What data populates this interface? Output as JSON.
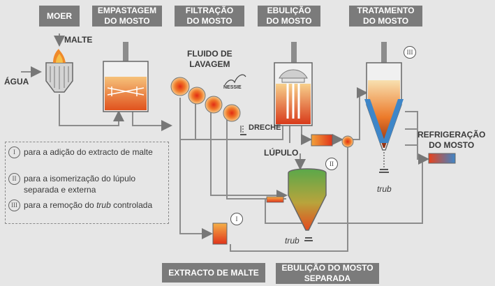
{
  "headers": {
    "moer": "MOER",
    "empastagem": "EMPASTAGEM\nDO MOSTO",
    "filtracao": "FILTRAÇÃO\nDO MOSTO",
    "ebulicao": "EBULIÇÃO\nDO MOSTO",
    "tratamento": "TRATAMENTO\nDO MOSTO",
    "extracto": "EXTRACTO DE MALTE",
    "ebulicao_separada": "EBULIÇÃO DO MOSTO\nSEPARADA"
  },
  "labels": {
    "malte": "MALTE",
    "agua": "ÁGUA",
    "fluido": "FLUIDO DE\nLAVAGEM",
    "nessie": "NESSIE",
    "dreche": "DRECHE",
    "lupulo": "LÚPULO",
    "refrigeracao": "REFRIGERAÇÃO\nDO MOSTO",
    "trub_top": "trub",
    "trub_bottom": "trub"
  },
  "markers": {
    "one": "I",
    "two": "II",
    "three": "III"
  },
  "legend": [
    {
      "num": "I",
      "text": "para a adição do extracto de malte"
    },
    {
      "num": "II",
      "text": "para a isomerização do lúpulo separada e externa"
    },
    {
      "num": "III",
      "text_before": "para a remoção do ",
      "text_em": "trub",
      "text_after": " controlada"
    }
  ],
  "colors": {
    "header_bg": "#7b7b7b",
    "pipe": "#8c8c8c",
    "hot": "#e2401c",
    "warm": "#f4a23c",
    "green": "#4fa84a",
    "blue": "#3e86c8"
  }
}
